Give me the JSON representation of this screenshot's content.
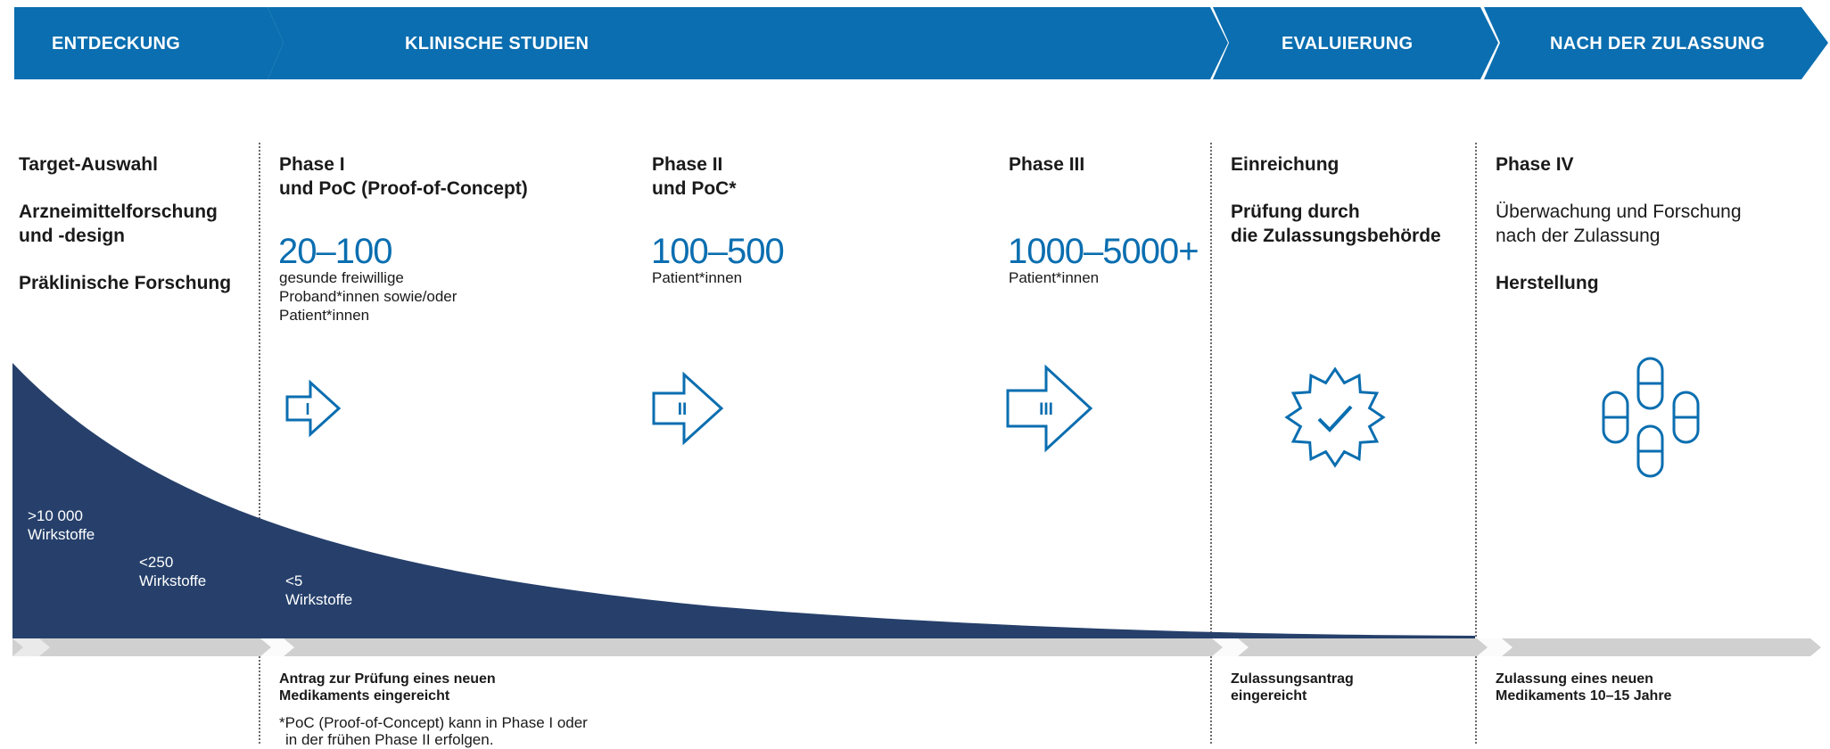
{
  "stages": [
    {
      "label": "ENTDECKUNG"
    },
    {
      "label": "KLINISCHE STUDIEN"
    },
    {
      "label": "EVALUIERUNG"
    },
    {
      "label": "NACH DER ZULASSUNG"
    }
  ],
  "columns": {
    "discovery": {
      "items": [
        "Target-Auswahl",
        "Arzneimittelforschung",
        "und -design",
        "Präklinische Forschung"
      ]
    },
    "phase1": {
      "title_line1": "Phase I",
      "title_line2": "und PoC (Proof-of-Concept)",
      "number": "20–100",
      "desc_line1": "gesunde freiwillige",
      "desc_line2": "Proband*innen sowie/oder",
      "desc_line3": "Patient*innen",
      "arrow_label": "I"
    },
    "phase2": {
      "title_line1": "Phase II",
      "title_line2": "und PoC*",
      "number": "100–500",
      "desc": "Patient*innen",
      "arrow_label": "II"
    },
    "phase3": {
      "title": "Phase III",
      "number": "1000–5000+",
      "desc": "Patient*innen",
      "arrow_label": "III"
    },
    "evaluation": {
      "title": "Einreichung",
      "subtitle_line1": "Prüfung durch",
      "subtitle_line2": "die Zulassungsbehörde",
      "icon": "approval-badge-icon"
    },
    "post": {
      "title": "Phase IV",
      "text_line1": "Überwachung und Forschung",
      "text_line2": "nach der Zulassung",
      "bold": "Herstellung",
      "icon": "pills-icon"
    }
  },
  "compounds": [
    {
      "count": ">10 000",
      "label": "Wirkstoffe"
    },
    {
      "count": "<250",
      "label": "Wirkstoffe"
    },
    {
      "count": "<5",
      "label": "Wirkstoffe"
    }
  ],
  "milestones": {
    "ind_line1": "Antrag zur Prüfung eines neuen",
    "ind_line2": "Medikaments eingereicht",
    "footnote_line1": "*PoC (Proof-of-Concept) kann in Phase I oder",
    "footnote_line2": "in der frühen Phase II erfolgen.",
    "submission_line1": "Zulassungsantrag",
    "submission_line2": "eingereicht",
    "approval_line1": "Zulassung eines neuen",
    "approval_line2": "Medikaments 10–15 Jahre"
  },
  "colors": {
    "banner_blue": "#0a6eb0",
    "curve_navy": "#26406b",
    "timeline_grey": "#d0d0d0",
    "icon_blue": "#0a6eb0"
  }
}
